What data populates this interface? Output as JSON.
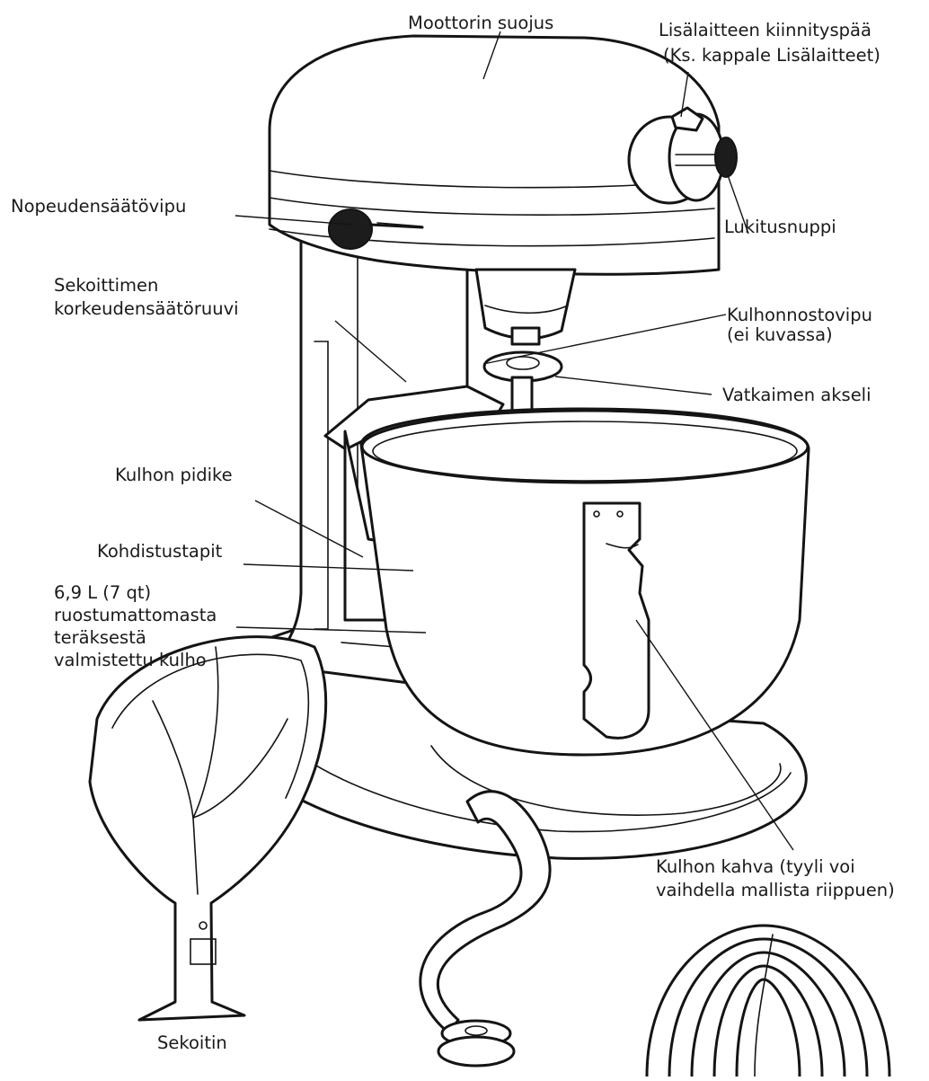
{
  "diagram": {
    "labels": {
      "motor_cover": "Moottorin suojus",
      "attachment_hub_1": "Lisälaitteen kiinnityspää",
      "attachment_hub_2": "(Ks. kappale Lisälaitteet)",
      "locking_knob": "Lukitusnuppi",
      "speed_lever": "Nopeudensäätövipu",
      "height_screw_1": "Sekoittimen",
      "height_screw_2": "korkeudensäätöruuvi",
      "bowl_lift_1": "Kulhonnostovipu",
      "bowl_lift_2": "(ei kuvassa)",
      "beater_shaft": "Vatkaimen akseli",
      "bowl_support": "Kulhon pidike",
      "locating_pins": "Kohdistustapit",
      "bowl_1": "6,9 L (7 qt)",
      "bowl_2": "ruostumattomasta",
      "bowl_3": "teräksestä",
      "bowl_4": "valmistettu kulho",
      "bowl_handle_1": "Kulhon kahva (tyyli voi",
      "bowl_handle_2": "vaihdella mallista riippuen)",
      "flat_beater": "Sekoitin"
    }
  }
}
